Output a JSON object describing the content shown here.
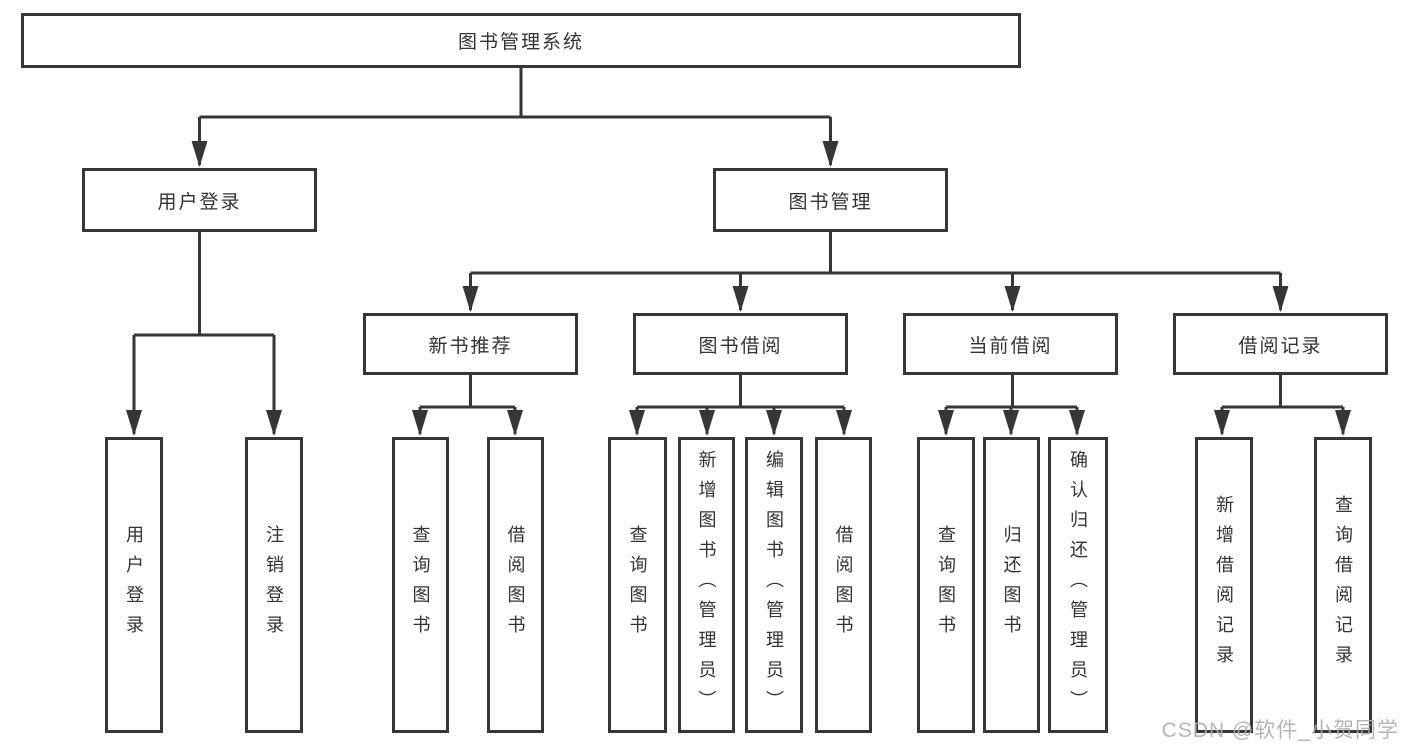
{
  "diagram": {
    "root": "图书管理系统",
    "branches": [
      {
        "label": "用户登录",
        "children": [
          "用户登录",
          "注销登录"
        ]
      },
      {
        "label": "图书管理",
        "children": [
          {
            "label": "新书推荐",
            "children": [
              "查询图书",
              "借阅图书"
            ]
          },
          {
            "label": "图书借阅",
            "children": [
              "查询图书",
              "新增图书（管理员）",
              "编辑图书（管理员）",
              "借阅图书"
            ]
          },
          {
            "label": "当前借阅",
            "children": [
              "查询图书",
              "归还图书",
              "确认归还（管理员）"
            ]
          },
          {
            "label": "借阅记录",
            "children": [
              "新增借阅记录",
              "查询借阅记录"
            ]
          }
        ]
      }
    ]
  },
  "watermark": "CSDN @软件_小贺同学",
  "colors": {
    "line": "#363636",
    "box_fill": "#ffffff",
    "text": "#333333",
    "watermark": "#adadad",
    "background": "#ffffff"
  }
}
